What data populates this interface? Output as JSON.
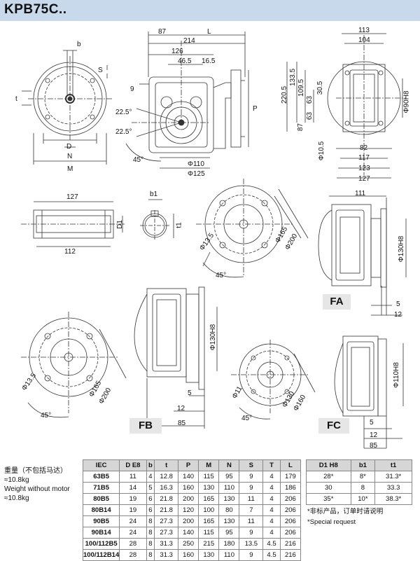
{
  "title": "KPB75C..",
  "badges": {
    "fa": "FA",
    "fb": "FB",
    "fc": "FC"
  },
  "dims": {
    "view1": {
      "b": "b",
      "s": "S",
      "t": "t",
      "d": "D",
      "n": "N",
      "m": "M"
    },
    "view2": {
      "d87": "87",
      "l": "L",
      "d214": "214",
      "d126": "126",
      "d465": "46.5",
      "d165": "16.5",
      "d9": "9",
      "a225a": "22.5°",
      "a225b": "22.5°",
      "a45": "45°",
      "phi110": "Φ110",
      "phi125": "Φ125",
      "p": "P"
    },
    "view3": {
      "d113": "113",
      "d104": "104",
      "d2205": "220.5",
      "d1335": "133.5",
      "d1095": "109.5",
      "d305": "30.5",
      "d63a": "63",
      "d63b": "63",
      "d87": "87",
      "phi90": "Φ90H8",
      "phi105": "Φ10.5",
      "d82": "82",
      "d117": "117",
      "d123": "123",
      "d127": "127"
    },
    "shaft": {
      "d127": "127",
      "d112": "112",
      "d1": "D1"
    },
    "key": {
      "b1": "b1",
      "t1": "t1"
    },
    "flange1": {
      "phi135": "Φ13.5",
      "phi165": "Φ165",
      "phi200": "Φ200",
      "a45": "45°"
    },
    "fa": {
      "d111": "111",
      "phi130": "Φ130H8",
      "d5": "5",
      "d12": "12"
    },
    "fb_flange": {
      "phi135": "Φ13.5",
      "phi165": "Φ165",
      "phi200": "Φ200",
      "a45": "45°"
    },
    "fb": {
      "phi130": "Φ130H8",
      "d5": "5",
      "d12": "12",
      "d85": "85"
    },
    "fc_flange": {
      "phi11": "Φ11",
      "phi130": "Φ130",
      "phi160": "Φ160",
      "a45": "45°"
    },
    "fc": {
      "phi110": "Φ110H8",
      "d5": "5",
      "d12": "12",
      "d85": "85"
    }
  },
  "notes": {
    "weight_cn": "重量（不包括马达）",
    "weight_cn_val": "≈10.8kg",
    "weight_en": "Weight without motor",
    "weight_en_val": "≈10.8kg"
  },
  "table_main": {
    "headers": [
      "IEC",
      "D E8",
      "b",
      "t",
      "P",
      "M",
      "N",
      "S",
      "T",
      "L"
    ],
    "rows": [
      [
        "63B5",
        "11",
        "4",
        "12.8",
        "140",
        "115",
        "95",
        "9",
        "4",
        "179"
      ],
      [
        "71B5",
        "14",
        "5",
        "16.3",
        "160",
        "130",
        "110",
        "9",
        "4",
        "186"
      ],
      [
        "80B5",
        "19",
        "6",
        "21.8",
        "200",
        "165",
        "130",
        "11",
        "4",
        "206"
      ],
      [
        "80B14",
        "19",
        "6",
        "21.8",
        "120",
        "100",
        "80",
        "7",
        "4",
        "206"
      ],
      [
        "90B5",
        "24",
        "8",
        "27.3",
        "200",
        "165",
        "130",
        "11",
        "4",
        "206"
      ],
      [
        "90B14",
        "24",
        "8",
        "27.3",
        "140",
        "115",
        "95",
        "9",
        "4",
        "206"
      ],
      [
        "100/112B5",
        "28",
        "8",
        "31.3",
        "250",
        "215",
        "180",
        "13.5",
        "4.5",
        "216"
      ],
      [
        "100/112B14",
        "28",
        "8",
        "31.3",
        "160",
        "130",
        "110",
        "9",
        "4.5",
        "216"
      ]
    ]
  },
  "table_side": {
    "headers": [
      "D1 H8",
      "b1",
      "t1"
    ],
    "rows": [
      [
        "28*",
        "8*",
        "31.3*"
      ],
      [
        "30",
        "8",
        "33.3"
      ],
      [
        "35*",
        "10*",
        "38.3*"
      ]
    ],
    "note_cn": "*非标产品，订单时请说明",
    "note_en": "*Special request"
  }
}
